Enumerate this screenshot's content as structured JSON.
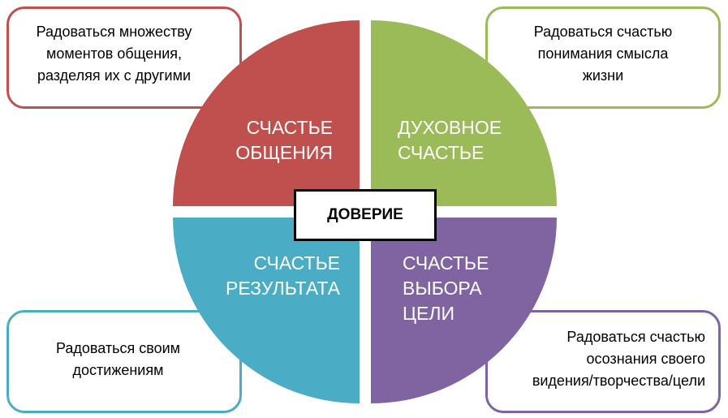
{
  "colors": {
    "communication": "#c0504d",
    "spiritual": "#9bbb59",
    "result": "#4bacc6",
    "goal": "#8064a2"
  },
  "center": {
    "label": "ДОВЕРИЕ"
  },
  "quadrants": [
    {
      "id": "communication",
      "label": "СЧАСТЬЕ\nОБЩЕНИЯ"
    },
    {
      "id": "spiritual",
      "label": "ДУХОВНОЕ\nСЧАСТЬЕ"
    },
    {
      "id": "result",
      "label": "СЧАСТЬЕ\nРЕЗУЛЬТАТА"
    },
    {
      "id": "goal",
      "label": "СЧАСТЬЕ\nВЫБОРА\nЦЕЛИ"
    }
  ],
  "callouts": [
    {
      "id": "communication",
      "text": "Радоваться множеству\nмоментов общения,\nразделяя их с другими"
    },
    {
      "id": "spiritual",
      "text": "Радоваться счастью\nпонимания смысла\nжизни"
    },
    {
      "id": "result",
      "text": "Радоваться своим\nдостижениям"
    },
    {
      "id": "goal",
      "text": "Радоваться счастью\nосознания своего\nвидения/творчества/цели"
    }
  ]
}
